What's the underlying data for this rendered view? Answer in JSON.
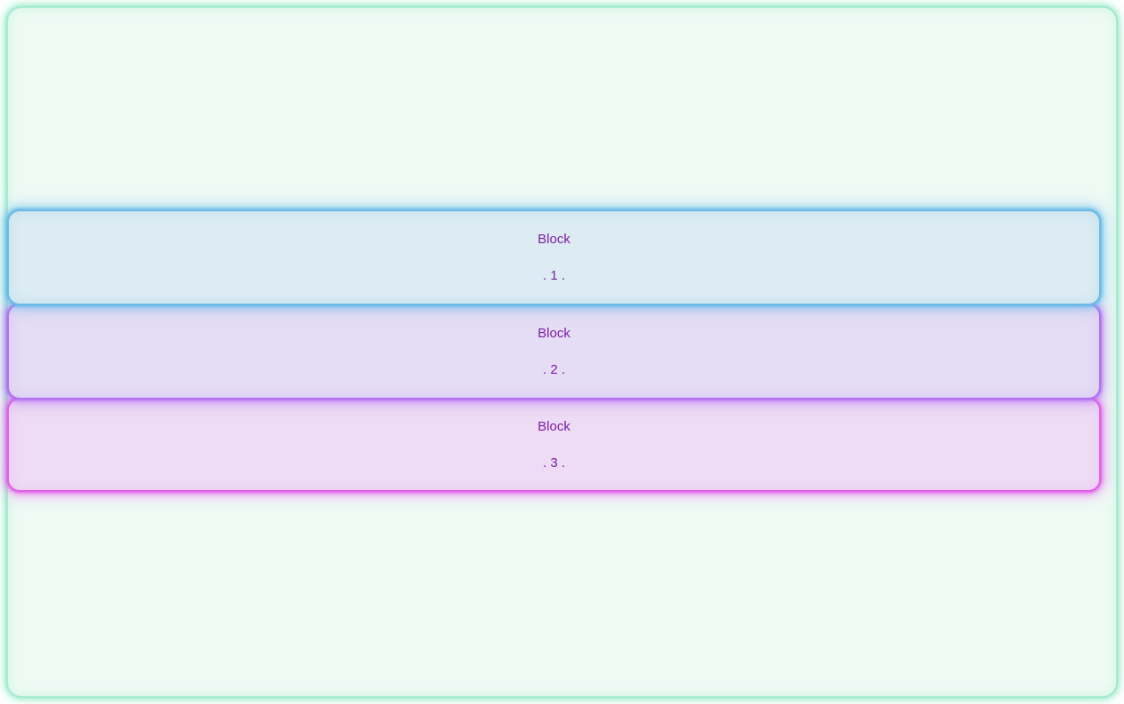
{
  "container": {
    "name": "outer-container",
    "background_color": "#effaf5",
    "border_color": "#8fe8c4"
  },
  "blocks": [
    {
      "title": "Block",
      "index_label": ". 1 .",
      "background_color": "#dcecf2",
      "border_color": "#60b8e8",
      "text_color": "#7b1fa2"
    },
    {
      "title": "Block",
      "index_label": ". 2 .",
      "background_color": "#e5dcf5",
      "border_color": "#b070f0",
      "text_color": "#7b1fa2"
    },
    {
      "title": "Block",
      "index_label": ". 3 .",
      "background_color": "#eedcf5",
      "border_color": "#e060e8",
      "text_color": "#7b1fa2"
    }
  ]
}
